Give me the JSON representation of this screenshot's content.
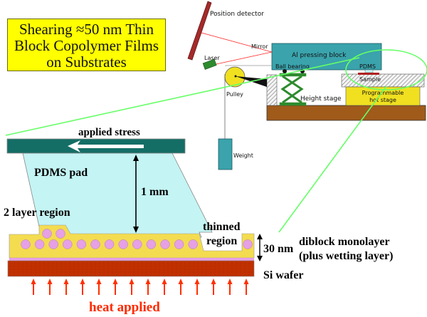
{
  "title": {
    "lines": [
      "Shearing ≈50 nm Thin",
      "Block Copolymer Films",
      "on Substrates"
    ],
    "background": "#ffff00"
  },
  "apparatus": {
    "labels": {
      "position_detector": "Position detector",
      "mirror": "Mirror",
      "laser": "Laser",
      "al_block": "Al pressing block",
      "ball_bearing": "Ball bearing",
      "pdms": "PDMS",
      "sample": "Sample",
      "pulley": "Pulley",
      "height_stage": "Height stage",
      "hot_stage_line1": "Programmable",
      "hot_stage_line2": "hot stage",
      "weight": "Weight"
    },
    "colors": {
      "detector": "#a52a2a",
      "laser_beam": "#ff2020",
      "laser": "#2e8b2e",
      "al_block": "#3aa3ac",
      "pulley": "#f0e020",
      "scissor": "#2e8b2e",
      "hot_stage": "#f0e020",
      "base": "#a05a1a",
      "weight": "#3aa3ac",
      "zoom_callout": "#66ff66"
    }
  },
  "schematic": {
    "labels": {
      "applied_stress": "applied stress",
      "pdms_pad": "PDMS pad",
      "thickness_pad": "1 mm",
      "two_layer_region": "2 layer region",
      "thinned_line1": "thinned",
      "thinned_line2": "region",
      "thickness_film": "30 nm",
      "monolayer_line1": "diblock monolayer",
      "monolayer_line2": "(plus wetting layer)",
      "si_wafer": "Si wafer",
      "heat_applied": "heat applied"
    },
    "colors": {
      "stress_bar": "#146e66",
      "pdms_pad": "#c4f4f4",
      "film": "#f4dc50",
      "spheres": "#e6a0e6",
      "wetting_layer": "#e6a0e6",
      "si_wafer": "#c03000",
      "heat_arrows": "#ff3000",
      "heat_text": "#ff2a00"
    },
    "heat_arrow_count": 14
  }
}
